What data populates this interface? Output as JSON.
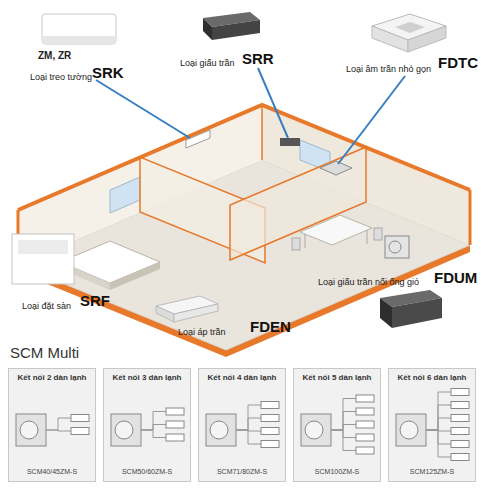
{
  "diagram": {
    "title": "SCM Multi",
    "nodes": [
      {
        "text": [
          "Kết nối 2 dàn lạnh",
          "SCM40/45ZM-S"
        ]
      },
      {
        "text": [
          "Kết nối 3 dàn lạnh",
          "SCM50/60ZM-S"
        ]
      },
      {
        "text": [
          "Kết nối 4 dàn lạnh",
          "SCM71/80ZM-S"
        ]
      },
      {
        "text": [
          "Kết nối 5 dàn lạnh",
          "SCM100ZM-S"
        ]
      },
      {
        "text": [
          "Kết nối 6 dàn lạnh",
          "SCM125ZM-S"
        ]
      }
    ],
    "labels": [
      "ZM, ZR",
      "Loại treo tường",
      "SRK",
      "Loại giấu trần",
      "SRR",
      "Loại âm trần nhỏ gọn",
      "FDTC",
      "Loại đặt sàn",
      "SRF",
      "Loại giấu trần nối ống gió",
      "FDUM",
      "Loại áp trần",
      "FDEN"
    ]
  }
}
